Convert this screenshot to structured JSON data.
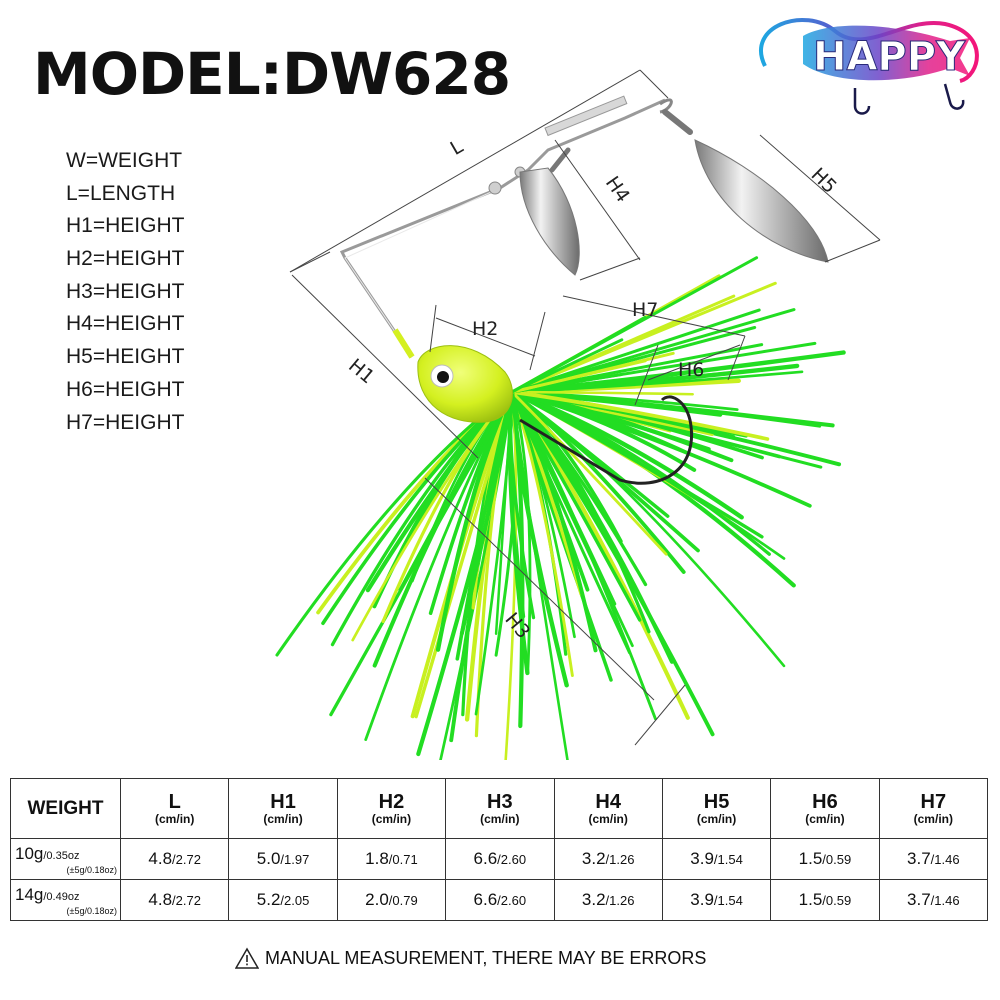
{
  "title": "MODEL:DW628",
  "legend": [
    "W=WEIGHT",
    "L=LENGTH",
    "H1=HEIGHT",
    "H2=HEIGHT",
    "H3=HEIGHT",
    "H4=HEIGHT",
    "H5=HEIGHT",
    "H6=HEIGHT",
    "H7=HEIGHT"
  ],
  "brand": {
    "text": "HAPPY"
  },
  "diagram": {
    "labels": {
      "L": "L",
      "H1": "H1",
      "H2": "H2",
      "H3": "H3",
      "H4": "H4",
      "H5": "H5",
      "H6": "H6",
      "H7": "H7"
    }
  },
  "table": {
    "weight_header": "WEIGHT",
    "unit": "(cm/in)",
    "columns": [
      "L",
      "H1",
      "H2",
      "H3",
      "H4",
      "H5",
      "H6",
      "H7"
    ],
    "rows": [
      {
        "weight": "10g",
        "weight_oz": "/0.35oz",
        "tolerance": "(±5g/0.18oz)",
        "cells": [
          {
            "cm": "4.8",
            "in": "/2.72"
          },
          {
            "cm": "5.0",
            "in": "/1.97"
          },
          {
            "cm": "1.8",
            "in": "/0.71"
          },
          {
            "cm": "6.6",
            "in": "/2.60"
          },
          {
            "cm": "3.2",
            "in": "/1.26"
          },
          {
            "cm": "3.9",
            "in": "/1.54"
          },
          {
            "cm": "1.5",
            "in": "/0.59"
          },
          {
            "cm": "3.7",
            "in": "/1.46"
          }
        ]
      },
      {
        "weight": "14g",
        "weight_oz": "/0.49oz",
        "tolerance": "(±5g/0.18oz)",
        "cells": [
          {
            "cm": "4.8",
            "in": "/2.72"
          },
          {
            "cm": "5.2",
            "in": "/2.05"
          },
          {
            "cm": "2.0",
            "in": "/0.79"
          },
          {
            "cm": "6.6",
            "in": "/2.60"
          },
          {
            "cm": "3.2",
            "in": "/1.26"
          },
          {
            "cm": "3.9",
            "in": "/1.54"
          },
          {
            "cm": "1.5",
            "in": "/0.59"
          },
          {
            "cm": "3.7",
            "in": "/1.46"
          }
        ]
      }
    ]
  },
  "note": {
    "icon": "warning-triangle-icon",
    "text": "MANUAL MEASUREMENT, THERE MAY BE ERRORS"
  },
  "colors": {
    "skirt_green": "#22dd22",
    "skirt_yellow": "#c8f020",
    "head": "#d4f020",
    "blade": "#c8c8c8"
  }
}
